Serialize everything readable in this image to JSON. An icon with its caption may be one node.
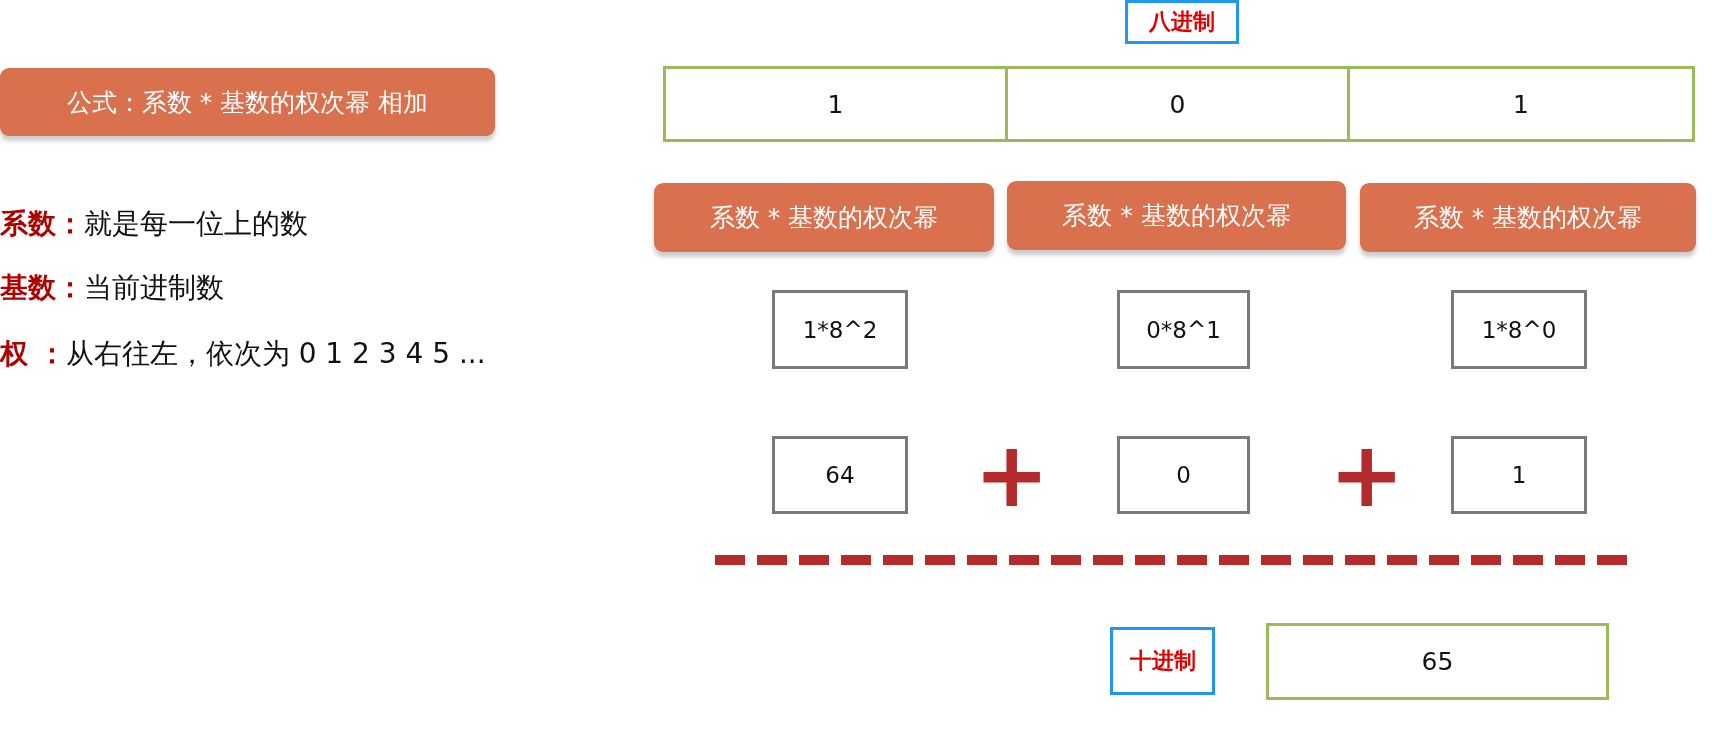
{
  "diagram": {
    "nodes": [
      {
        "text": [
          "八进制"
        ]
      },
      {
        "text": [
          "公式：系数 * 基数的权次幂 相加"
        ]
      },
      {
        "text": [
          "1"
        ]
      },
      {
        "text": [
          "0"
        ]
      },
      {
        "text": [
          "1"
        ]
      },
      {
        "text": [
          "系数 * 基数的权次幂"
        ]
      },
      {
        "text": [
          "系数 * 基数的权次幂"
        ]
      },
      {
        "text": [
          "系数 * 基数的权次幂"
        ]
      },
      {
        "text": [
          "1*8^2"
        ]
      },
      {
        "text": [
          "0*8^1"
        ]
      },
      {
        "text": [
          "1*8^0"
        ]
      },
      {
        "text": [
          "64"
        ]
      },
      {
        "text": [
          "0"
        ]
      },
      {
        "text": [
          "1"
        ]
      },
      {
        "text": [
          "十进制"
        ]
      },
      {
        "text": [
          "65"
        ]
      }
    ],
    "edges": [],
    "labels": [
      "**系数：**就是每一位上的数",
      "**基数：**当前进制数",
      "**权 ：**从右往左，依次为 0 1 2 3 4 5 ...",
      "+",
      "+"
    ]
  }
}
